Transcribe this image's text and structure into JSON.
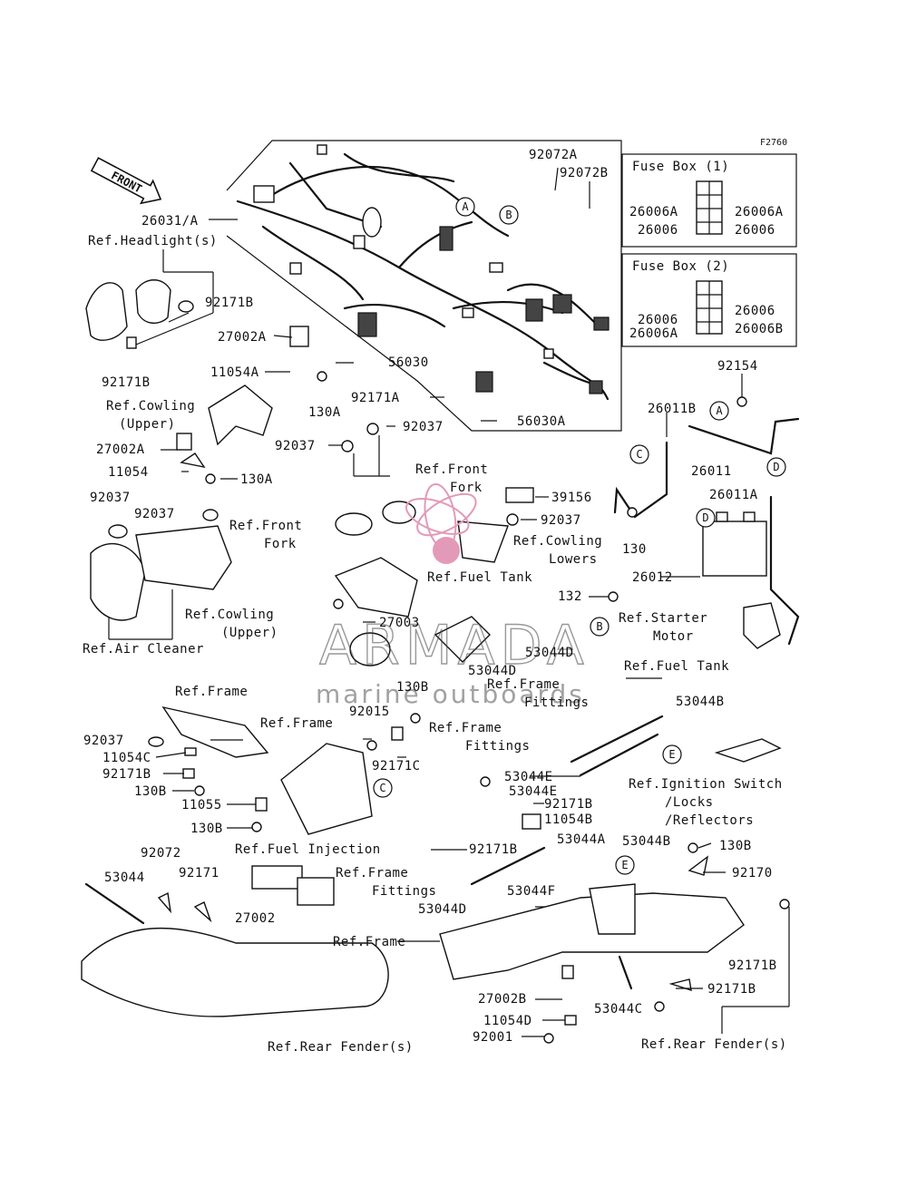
{
  "figure_id": "F2760",
  "front_arrow": "FRONT",
  "watermark": {
    "brand": "ARMADA",
    "tagline": "marine outboards",
    "accent_color": "#e39ab8"
  },
  "fuse_box_1": {
    "title": "Fuse Box (1)",
    "left_top": "26006A",
    "left_bottom": "26006",
    "right_top": "26006A",
    "right_bottom": "26006"
  },
  "fuse_box_2": {
    "title": "Fuse Box (2)",
    "left_top": "26006",
    "left_bottom": "26006A",
    "right_top": "26006",
    "right_bottom": "26006B"
  },
  "callouts": [
    "A",
    "B",
    "A",
    "B",
    "C",
    "C",
    "D",
    "D",
    "E",
    "E"
  ],
  "labels": {
    "l_92072A": "92072A",
    "l_92072B": "92072B",
    "l_26031A": "26031/A",
    "l_ref_headlight": "Ref.Headlight(s)",
    "l_92171B_a": "92171B",
    "l_92171B_b": "92171B",
    "l_27002A_a": "27002A",
    "l_11054A": "11054A",
    "l_56030": "56030",
    "l_56030A": "56030A",
    "l_92154": "92154",
    "l_26011B": "26011B",
    "l_26011": "26011",
    "l_26011A": "26011A",
    "l_92171A": "92171A",
    "l_130A_a": "130A",
    "l_ref_cowling_upper_a": "Ref.Cowling",
    "l_ref_cowling_upper_a2": "(Upper)",
    "l_92037_a": "92037",
    "l_92037_b": "92037",
    "l_27002A_b": "27002A",
    "l_11054": "11054",
    "l_130A_b": "130A",
    "l_ref_front_fork_a": "Ref.Front",
    "l_ref_front_fork_a2": "Fork",
    "l_39156": "39156",
    "l_92037_c": "92037",
    "l_92037_d": "92037",
    "l_92037_e": "92037",
    "l_ref_front_fork_b": "Ref.Front",
    "l_ref_front_fork_b2": "Fork",
    "l_ref_cowling_lowers": "Ref.Cowling",
    "l_ref_cowling_lowers2": "Lowers",
    "l_130": "130",
    "l_26012": "26012",
    "l_ref_fuel_tank_a": "Ref.Fuel Tank",
    "l_132": "132",
    "l_ref_starter": "Ref.Starter",
    "l_ref_starter2": "Motor",
    "l_ref_cowling_upper_b": "Ref.Cowling",
    "l_ref_cowling_upper_b2": "(Upper)",
    "l_27003": "27003",
    "l_53044D_a": "53044D",
    "l_53044D_b": "53044D",
    "l_ref_fuel_tank_b": "Ref.Fuel Tank",
    "l_ref_air_cleaner": "Ref.Air Cleaner",
    "l_ref_frame_fittings_a": "Ref.Frame",
    "l_ref_frame_fittings_a2": "Fittings",
    "l_ref_frame_a": "Ref.Frame",
    "l_130B_a": "130B",
    "l_92015": "92015",
    "l_ref_frame_b": "Ref.Frame",
    "l_ref_frame_fittings_b": "Ref.Frame",
    "l_ref_frame_fittings_b2": "Fittings",
    "l_53044B_a": "53044B",
    "l_92037_f": "92037",
    "l_11054C": "11054C",
    "l_92171C": "92171C",
    "l_92171B_c": "92171B",
    "l_130B_b": "130B",
    "l_11055": "11055",
    "l_130B_c": "130B",
    "l_53044E_a": "53044E",
    "l_53044E_b": "53044E",
    "l_ref_ignition": "Ref.Ignition Switch",
    "l_ref_ignition2": "/Locks",
    "l_ref_ignition3": "/Reflectors",
    "l_92171B_d": "92171B",
    "l_11054B": "11054B",
    "l_ref_fuel_injection": "Ref.Fuel Injection",
    "l_92072": "92072",
    "l_92171": "92171",
    "l_53044": "53044",
    "l_92171B_e": "92171B",
    "l_53044A": "53044A",
    "l_53044B_b": "53044B",
    "l_130B_d": "130B",
    "l_ref_frame_fittings_c": "Ref.Frame",
    "l_ref_frame_fittings_c2": "Fittings",
    "l_27002": "27002",
    "l_53044F": "53044F",
    "l_92170": "92170",
    "l_53044D_c": "53044D",
    "l_ref_frame_c": "Ref.Frame",
    "l_92171B_f": "92171B",
    "l_27002B": "27002B",
    "l_11054D": "11054D",
    "l_92001": "92001",
    "l_53044C": "53044C",
    "l_92171B_g": "92171B",
    "l_ref_rear_fender_a": "Ref.Rear Fender(s)",
    "l_ref_rear_fender_b": "Ref.Rear Fender(s)"
  }
}
